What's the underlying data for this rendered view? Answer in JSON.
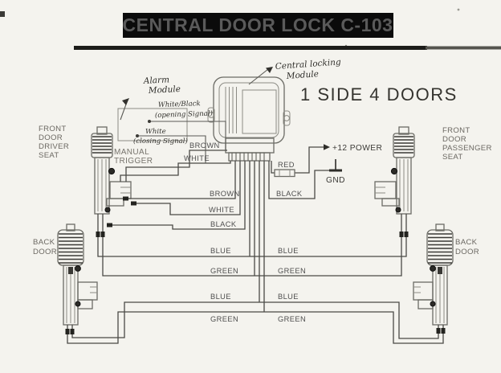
{
  "title": "CENTRAL DOOR LOCK C-103",
  "subtitle": "1 SIDE 4 DOORS",
  "colors": {
    "page_bg": "#f4f3ee",
    "ink": "#4a4a46",
    "title_bg": "#0b0b0b",
    "title_fg": "#ffffff"
  },
  "annotations": {
    "central_module": [
      "Central locking",
      "Module"
    ],
    "alarm_module": [
      "Alarm",
      "Module"
    ],
    "opening_signal": [
      "White/Black",
      "(opening Signal)"
    ],
    "closing_signal": [
      "White",
      "(closing Signal)"
    ]
  },
  "labels": {
    "manual_trigger": [
      "MANUAL",
      "TRIGGER"
    ],
    "front_driver": [
      "FRONT",
      "DOOR",
      "DRIVER",
      "SEAT"
    ],
    "front_passenger": [
      "FRONT",
      "DOOR",
      "PASSENGER",
      "SEAT"
    ],
    "back_left": [
      "BACK",
      "DOOR"
    ],
    "back_right": [
      "BACK",
      "DOOR"
    ]
  },
  "wire_labels": {
    "module_brown": "BROWN",
    "module_white": "WHITE",
    "switch_brown": "BROWN",
    "switch_white": "WHITE",
    "switch_black": "BLACK",
    "power_red": "RED",
    "power_black": "BLACK",
    "power_plus12": "+12 POWER",
    "power_gnd": "GND",
    "rows": [
      {
        "left": "BLUE",
        "right": "BLUE"
      },
      {
        "left": "GREEN",
        "right": "GREEN"
      },
      {
        "left": "BLUE",
        "right": "BLUE"
      },
      {
        "left": "GREEN",
        "right": "GREEN"
      }
    ]
  }
}
